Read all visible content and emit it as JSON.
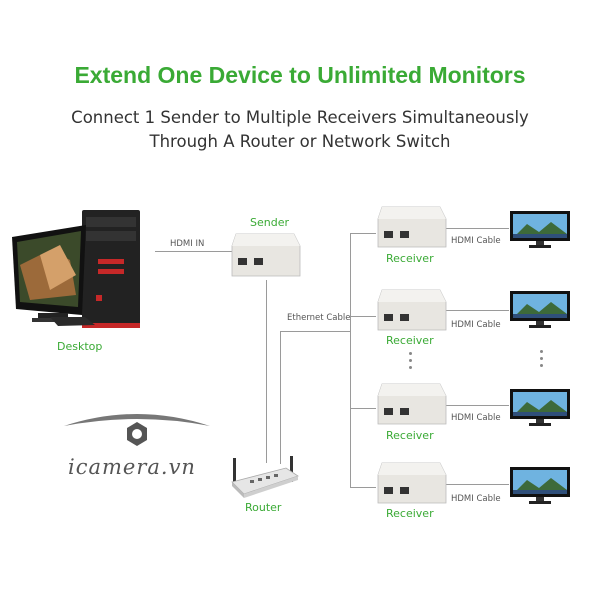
{
  "header": {
    "title": "Extend One Device to Unlimited Monitors",
    "subtitle_line1": "Connect 1 Sender to Multiple Receivers Simultaneously",
    "subtitle_line2": "Through A Router or Network Switch"
  },
  "devices": {
    "desktop": "Desktop",
    "sender": "Sender",
    "router": "Router",
    "receivers": [
      "Receiver",
      "Receiver",
      "Receiver",
      "Receiver"
    ]
  },
  "cables": {
    "hdmi_in": "HDMI IN",
    "ethernet": "Ethernet Cable",
    "hdmi_cable": [
      "HDMI Cable",
      "HDMI Cable",
      "HDMI Cable",
      "HDMI Cable"
    ]
  },
  "watermark": {
    "brand": "icamera.vn"
  },
  "colors": {
    "accent": "#3aaa35",
    "line": "#9a9a9a"
  }
}
